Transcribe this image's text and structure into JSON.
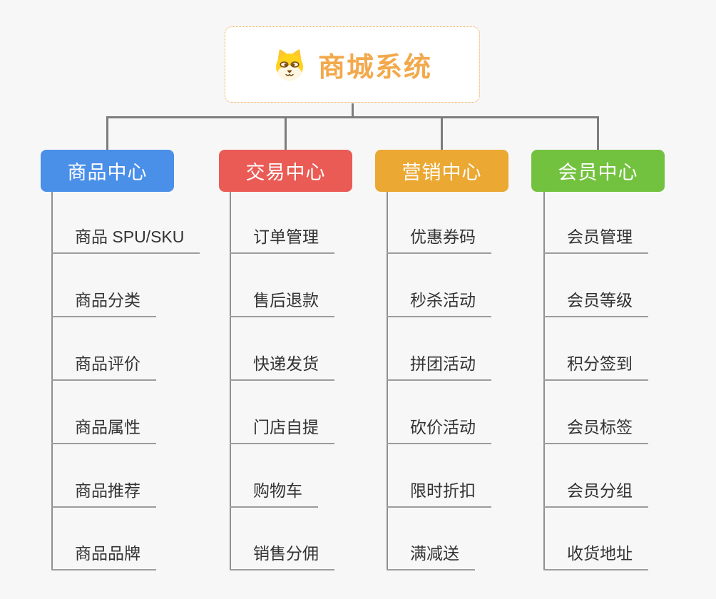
{
  "root": {
    "label": "商城系统",
    "icon": "shiba-dog-icon",
    "accent_color": "#f2a94c",
    "border_color": "#f0a64c"
  },
  "connector_color": "#7d7d7d",
  "branches": [
    {
      "label": "商品中心",
      "color": "#4a8fe8",
      "items": [
        "商品 SPU/SKU",
        "商品分类",
        "商品评价",
        "商品属性",
        "商品推荐",
        "商品品牌"
      ]
    },
    {
      "label": "交易中心",
      "color": "#ea5b55",
      "items": [
        "订单管理",
        "售后退款",
        "快递发货",
        "门店自提",
        "购物车",
        "销售分佣"
      ]
    },
    {
      "label": "营销中心",
      "color": "#eba833",
      "items": [
        "优惠券码",
        "秒杀活动",
        "拼团活动",
        "砍价活动",
        "限时折扣",
        "满减送"
      ]
    },
    {
      "label": "会员中心",
      "color": "#73c23f",
      "items": [
        "会员管理",
        "会员等级",
        "积分签到",
        "会员标签",
        "会员分组",
        "收货地址"
      ]
    }
  ]
}
